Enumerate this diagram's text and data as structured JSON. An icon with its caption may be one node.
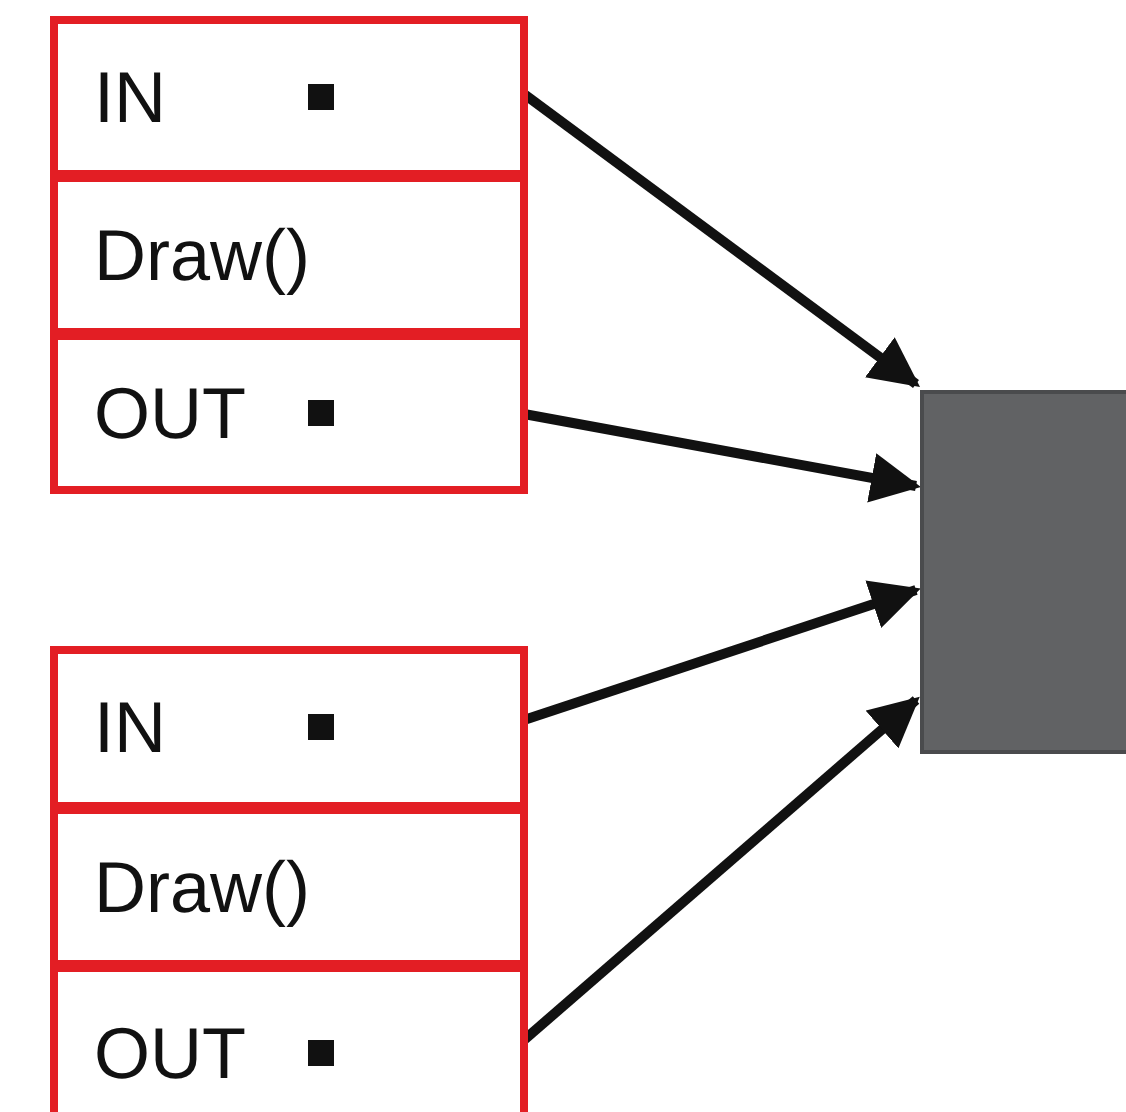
{
  "diagram": {
    "nodes": [
      {
        "text": [
          "IN"
        ]
      },
      {
        "text": [
          "Draw()"
        ]
      },
      {
        "text": [
          "OUT"
        ]
      },
      {
        "text": [
          "IN"
        ]
      },
      {
        "text": [
          "Draw()"
        ]
      },
      {
        "text": [
          "OUT"
        ]
      },
      {
        "text": [],
        "shape": "box"
      }
    ],
    "edges": [
      {
        "from": 0,
        "to": 6,
        "arrow": "to"
      },
      {
        "from": 2,
        "to": 6,
        "arrow": "to"
      },
      {
        "from": 3,
        "to": 6,
        "arrow": "to"
      },
      {
        "from": 5,
        "to": 6,
        "arrow": "to"
      }
    ]
  }
}
